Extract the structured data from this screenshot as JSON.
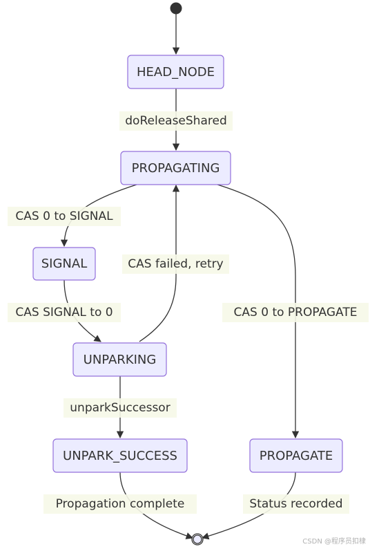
{
  "states": {
    "head_node": "HEAD_NODE",
    "propagating": "PROPAGATING",
    "signal": "SIGNAL",
    "unparking": "UNPARKING",
    "unpark_success": "UNPARK_SUCCESS",
    "propagate": "PROPAGATE"
  },
  "transitions": {
    "do_release_shared": "doReleaseShared",
    "cas_0_to_signal": "CAS 0 to SIGNAL",
    "cas_signal_to_0": "CAS SIGNAL to 0",
    "cas_failed_retry": "CAS failed, retry",
    "cas_0_to_propagate": "CAS 0 to PROPAGATE",
    "unpark_successor": "unparkSuccessor",
    "propagation_complete": "Propagation complete",
    "status_recorded": "Status recorded"
  },
  "watermark": "CSDN @程序员扣棣",
  "colors": {
    "state_fill": "#ececff",
    "state_border": "#9370db",
    "edge": "#333333",
    "label_bg": "#f6f8e8"
  }
}
